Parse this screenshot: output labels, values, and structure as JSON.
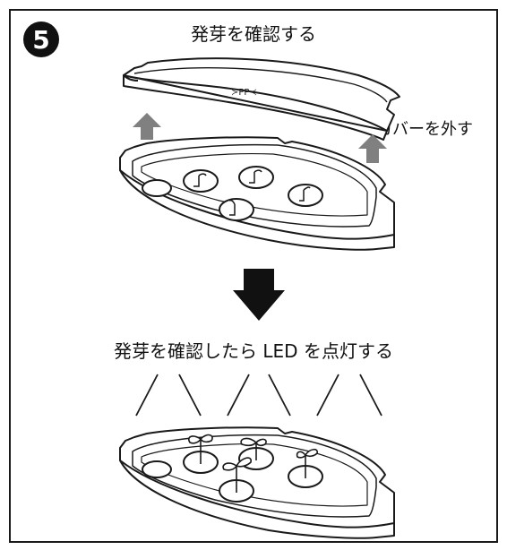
{
  "step": {
    "number": "5"
  },
  "title": "発芽を確認する",
  "labels": {
    "remove_cover": "カバーを外す",
    "led_instruction": "発芽を確認したら LED を点灯する"
  },
  "cover_mark": "≻PP≺",
  "colors": {
    "arrow_up": "#808080",
    "arrow_down": "#111111",
    "line": "#1a1a1a"
  }
}
